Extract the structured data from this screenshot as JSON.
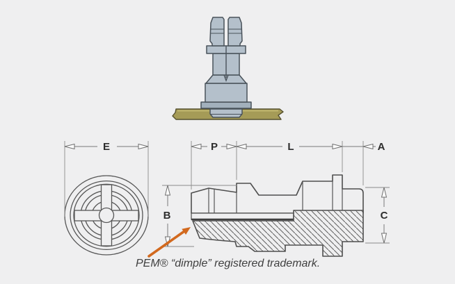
{
  "figure": {
    "caption": "PEM® “dimple” registered trademark.",
    "dimension_labels": {
      "e": "E",
      "p": "P",
      "l": "L",
      "a": "A",
      "b": "B",
      "c": "C"
    },
    "icons": {
      "dimple_pointer": "orange-arrow"
    },
    "colors": {
      "background": "#efeff0",
      "drawing_line": "#4e4e4e",
      "dimension_line": "#7a7a7a",
      "label_text": "#2d2d2d",
      "caption_text": "#3f3f3f",
      "panel_olive": "#a59b57",
      "fastener_body": "#b4c0cb",
      "fastener_shadow": "#a2b0bc",
      "pointer_orange": "#d2691e"
    }
  }
}
